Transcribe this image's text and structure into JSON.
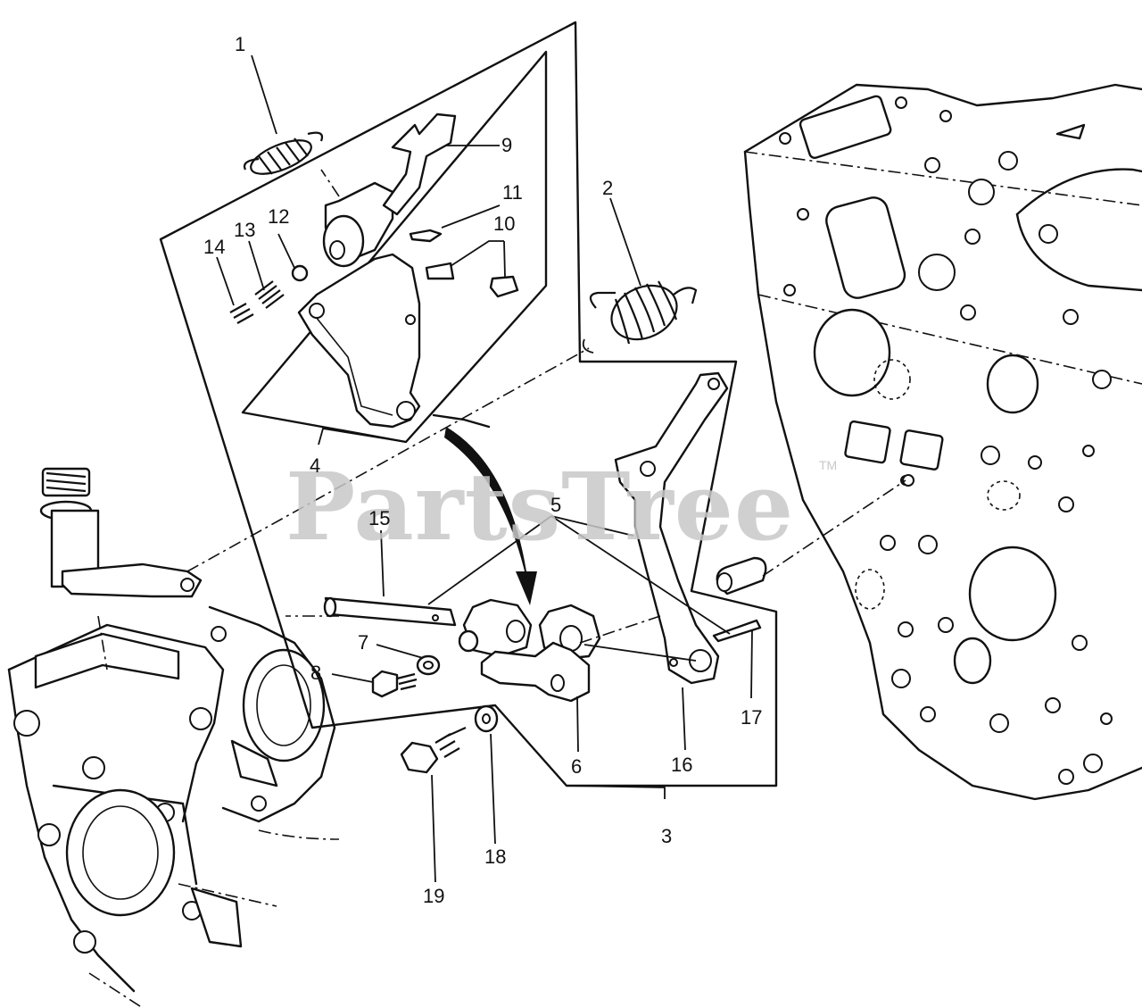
{
  "watermark": {
    "text": "PartsTree",
    "mark": "TM"
  },
  "callouts": [
    {
      "number": "1"
    },
    {
      "number": "2"
    },
    {
      "number": "3"
    },
    {
      "number": "4"
    },
    {
      "number": "5"
    },
    {
      "number": "6"
    },
    {
      "number": "7"
    },
    {
      "number": "8"
    },
    {
      "number": "9"
    },
    {
      "number": "10"
    },
    {
      "number": "11"
    },
    {
      "number": "12"
    },
    {
      "number": "13"
    },
    {
      "number": "14"
    },
    {
      "number": "15"
    },
    {
      "number": "16"
    },
    {
      "number": "17"
    },
    {
      "number": "18"
    },
    {
      "number": "19"
    }
  ],
  "colors": {
    "line": "#111111",
    "watermark": "#c8c8c8",
    "background": "#ffffff"
  }
}
